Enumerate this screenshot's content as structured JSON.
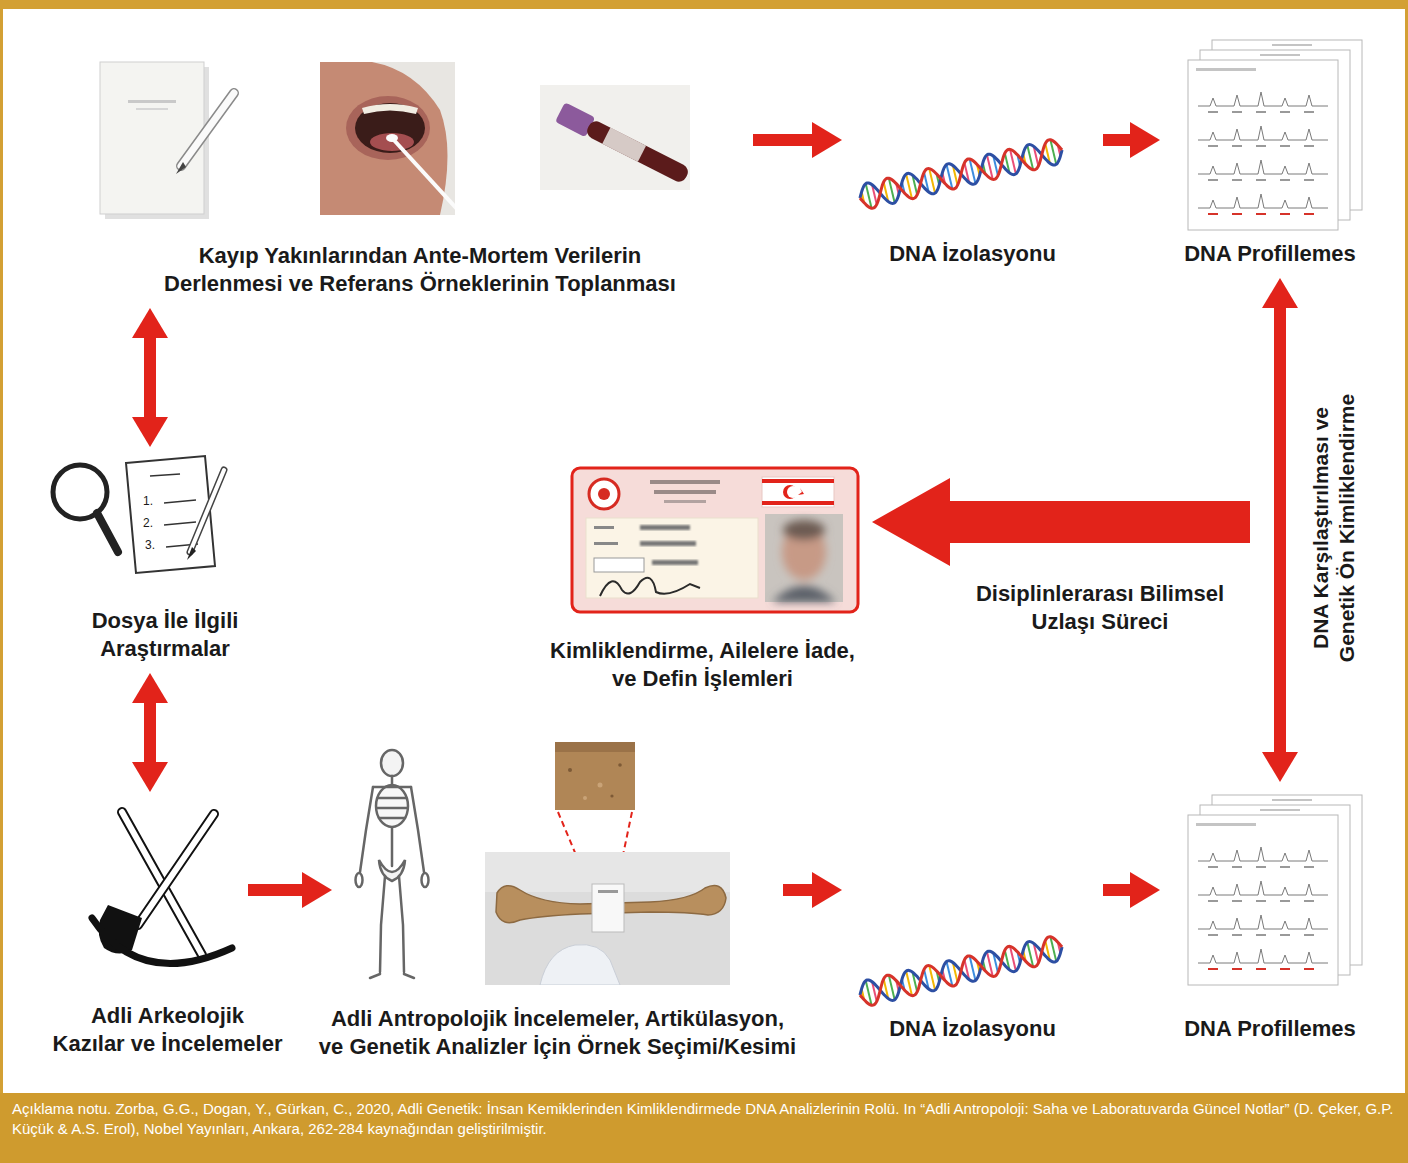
{
  "diagram": {
    "caption": "Açıklama notu. Zorba, G.G., Dogan, Y., Gürkan, C., 2020, Adli Genetik: İnsan Kemiklerinden Kimliklendirmede DNA Analizlerinin Rolü. In “Adli Antropoloji: Saha ve Laboratuvarda Güncel Notlar” (D. Çeker, G.P. Küçük & A.S. Erol), Nobel Yayınları, Ankara, 262-284 kaynağından geliştirilmiştir.",
    "nodes": [
      {
        "text": [
          "Kayıp Yakınlarından Ante-Mortem Verilerin Derlenmesi ve Referans Örneklerinin Toplanması"
        ]
      },
      {
        "text": [
          "DNA İzolasyonu"
        ]
      },
      {
        "text": [
          "DNA Profillemes"
        ]
      },
      {
        "text": [
          "Dosya İle İlgili Araştırmalar"
        ]
      },
      {
        "text": [
          "Kimliklendirme, Ailelere İade, ve Defin İşlemleri"
        ]
      },
      {
        "text": [
          "Adli Arkeolojik Kazılar ve İncelemeler"
        ]
      },
      {
        "text": [
          "Adli Antropolojik İncelemeler, Artikülasyon, ve Genetik Analizler İçin Örnek Seçimi/Kesimi"
        ]
      },
      {
        "text": [
          "DNA İzolasyonu"
        ]
      },
      {
        "text": [
          "DNA Profillemes"
        ]
      }
    ],
    "edges": [
      {
        "from": 0,
        "to": 1,
        "arrow": "to"
      },
      {
        "from": 1,
        "to": 2,
        "arrow": "to"
      },
      {
        "from": 0,
        "to": 3,
        "arrow": "both"
      },
      {
        "from": 3,
        "to": 5,
        "arrow": "both"
      },
      {
        "from": 5,
        "to": 6,
        "arrow": "to"
      },
      {
        "from": 6,
        "to": 7,
        "arrow": "to"
      },
      {
        "from": 7,
        "to": 8,
        "arrow": "to"
      },
      {
        "from": 2,
        "to": 8,
        "arrow": "both",
        "label": "DNA Karşılaştırılması ve Genetik Ön Kimliklendirme"
      }
    ],
    "labels": [
      "1.",
      "2.",
      "3.",
      "Disiplinlerarası Bilimsel Uzlaşı Süreci"
    ]
  }
}
